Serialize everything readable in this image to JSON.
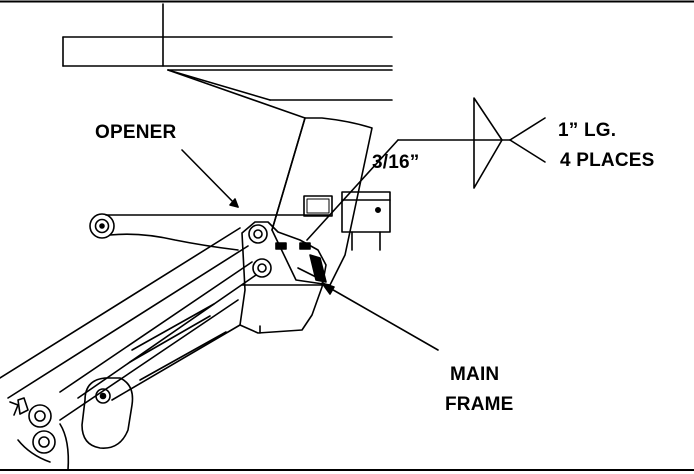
{
  "labels": {
    "opener": "OPENER",
    "weld_size": "3/16”",
    "weld_length": "1” LG.",
    "weld_places": "4 PLACES",
    "main_frame_line1": "MAIN",
    "main_frame_line2": "FRAME"
  },
  "colors": {
    "line": "#000000",
    "background": "#ffffff"
  }
}
